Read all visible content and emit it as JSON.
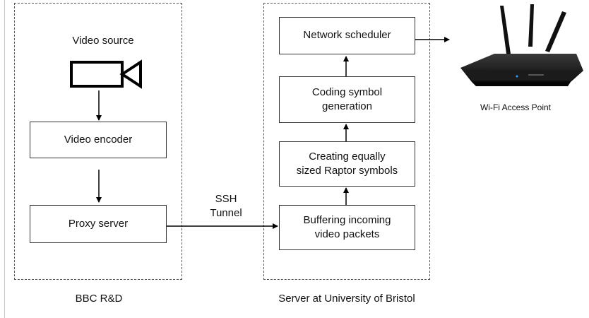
{
  "groups": {
    "left": {
      "caption": "BBC R&D"
    },
    "right": {
      "caption": "Server at University of Bristol"
    }
  },
  "nodes": {
    "video_source": "Video source",
    "video_encoder": "Video encoder",
    "proxy_server": "Proxy server",
    "buffering": "Buffering incoming\nvideo packets",
    "raptor": "Creating equally\nsized Raptor symbols",
    "coding": "Coding symbol\ngeneration",
    "scheduler": "Network scheduler"
  },
  "link_label": "SSH\nTunnel",
  "access_point": {
    "caption": "Wi-Fi Access Point"
  },
  "icons": [
    "video-camera-icon",
    "wifi-router-icon"
  ]
}
